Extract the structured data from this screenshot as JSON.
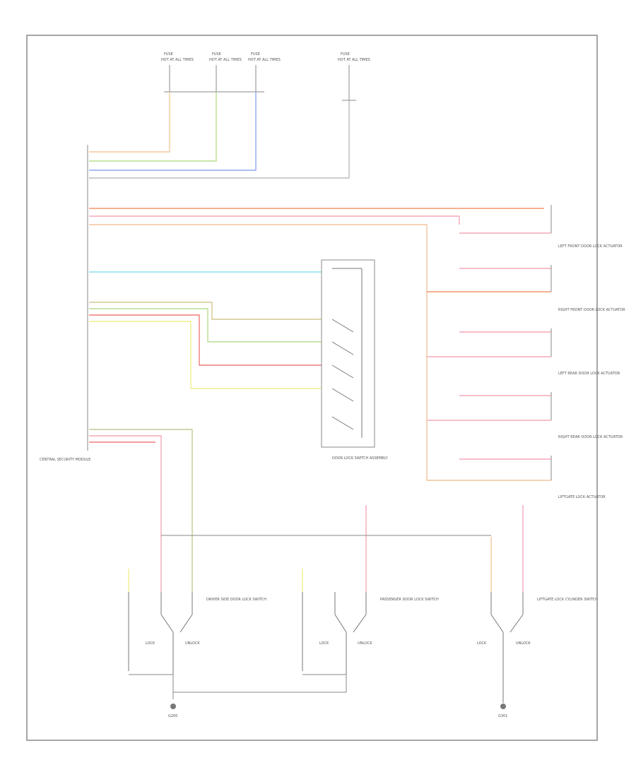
{
  "diagram": {
    "fuse_labels": [
      "FUSE",
      "FUSE",
      "FUSE",
      "FUSE"
    ],
    "fuse_sublabels": [
      "HOT AT ALL TIMES",
      "HOT AT ALL TIMES",
      "HOT AT ALL TIMES",
      "HOT AT ALL TIMES"
    ],
    "module_label": "CENTRAL SECURITY MODULE",
    "switch_block_label": "DOOR LOCK SWITCH ASSEMBLY",
    "actuator_labels": [
      "LEFT FRONT DOOR LOCK ACTUATOR",
      "RIGHT FRONT DOOR LOCK ACTUATOR",
      "LEFT REAR DOOR LOCK ACTUATOR",
      "RIGHT REAR DOOR LOCK ACTUATOR",
      "LIFTGATE LOCK ACTUATOR"
    ],
    "door_switch_labels": [
      "DRIVER SIDE DOOR LOCK SWITCH",
      "PASSENGER DOOR LOCK SWITCH",
      "LIFTGATE LOCK CYLINDER SWITCH"
    ],
    "lock_labels": [
      "LOCK",
      "LOCK",
      "LOCK"
    ],
    "unlock_labels": [
      "UNLOCK",
      "UNLOCK",
      "UNLOCK"
    ],
    "ground_labels": [
      "G200",
      "G301"
    ],
    "wire_colors": {
      "orange": "#f5c99a",
      "green": "#b9de90",
      "blue": "#8fa7f0",
      "red": "#f07a7a",
      "redOrange": "#f2956a",
      "pink": "#f5a8b8",
      "cyan": "#8be4ef",
      "yellow": "#f1ee8e",
      "tan": "#d6c894",
      "olive": "#c2cc90",
      "lightOrange": "#f3c39a",
      "gray": "#bbbbbb",
      "frame": "#888888"
    }
  }
}
